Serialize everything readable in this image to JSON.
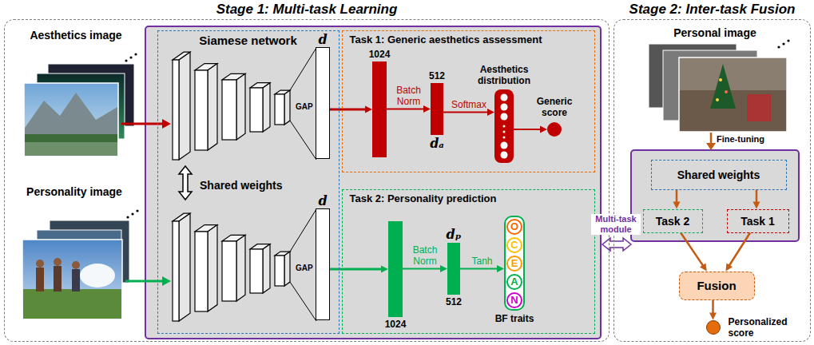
{
  "diagram": {
    "nodes": [
      {
        "text": [
          "Stage 1: Multi-task Learning"
        ]
      },
      {
        "text": [
          "Siamese network"
        ],
        "in": 0
      },
      {
        "text": [
          "d"
        ],
        "in": 1
      },
      {
        "text": [
          "d"
        ],
        "in": 1
      },
      {
        "text": [
          "Task 1: Generic aesthetics assessment"
        ],
        "in": 0
      },
      {
        "text": [
          "1024"
        ],
        "in": 4
      },
      {
        "text": [
          "512",
          "dₐ"
        ],
        "in": 4
      },
      {
        "text": [
          "Aesthetics distribution"
        ],
        "in": 4
      },
      {
        "text": [
          "Generic score"
        ],
        "in": 4
      },
      {
        "text": [
          "Task 2: Personality prediction"
        ],
        "in": 0
      },
      {
        "text": [
          "1024"
        ],
        "in": 9
      },
      {
        "text": [
          "dₚ",
          "512"
        ],
        "in": 9
      },
      {
        "text": [
          "O",
          "C",
          "E",
          "A",
          "N",
          "BF traits"
        ],
        "in": 9
      },
      {
        "text": [
          "Stage 2: Inter-task Fusion"
        ]
      },
      {
        "text": [
          "Shared weights"
        ],
        "in": 13
      },
      {
        "text": [
          "Task 2"
        ],
        "in": 13
      },
      {
        "text": [
          "Task 1"
        ],
        "in": 13
      },
      {
        "text": [
          "Fusion"
        ],
        "in": 13
      },
      {
        "text": [
          "Personalized score"
        ],
        "in": 13
      }
    ],
    "edges": [
      {
        "from": 2,
        "to": 5,
        "arrow": "to"
      },
      {
        "from": 3,
        "to": 10,
        "arrow": "to"
      },
      {
        "from": 5,
        "to": 6,
        "label": "Batch Norm",
        "arrow": "to"
      },
      {
        "from": 6,
        "to": 7,
        "label": "Softmax",
        "arrow": "to"
      },
      {
        "from": 7,
        "to": 8,
        "arrow": "to"
      },
      {
        "from": 10,
        "to": 11,
        "label": "Batch Norm",
        "arrow": "to"
      },
      {
        "from": 11,
        "to": 12,
        "label": "Tanh",
        "arrow": "to"
      },
      {
        "from": 14,
        "to": 15,
        "arrow": "to"
      },
      {
        "from": 14,
        "to": 16,
        "arrow": "to"
      },
      {
        "from": 15,
        "to": 17,
        "arrow": "to"
      },
      {
        "from": 16,
        "to": 17,
        "arrow": "to"
      },
      {
        "from": 17,
        "to": 18,
        "arrow": "to"
      }
    ],
    "labels": [
      "Aesthetics image",
      "Personality image",
      "GAP",
      "GAP",
      "Shared weights",
      "Multi-task module",
      "Personal image",
      "Fine-tuning"
    ]
  }
}
